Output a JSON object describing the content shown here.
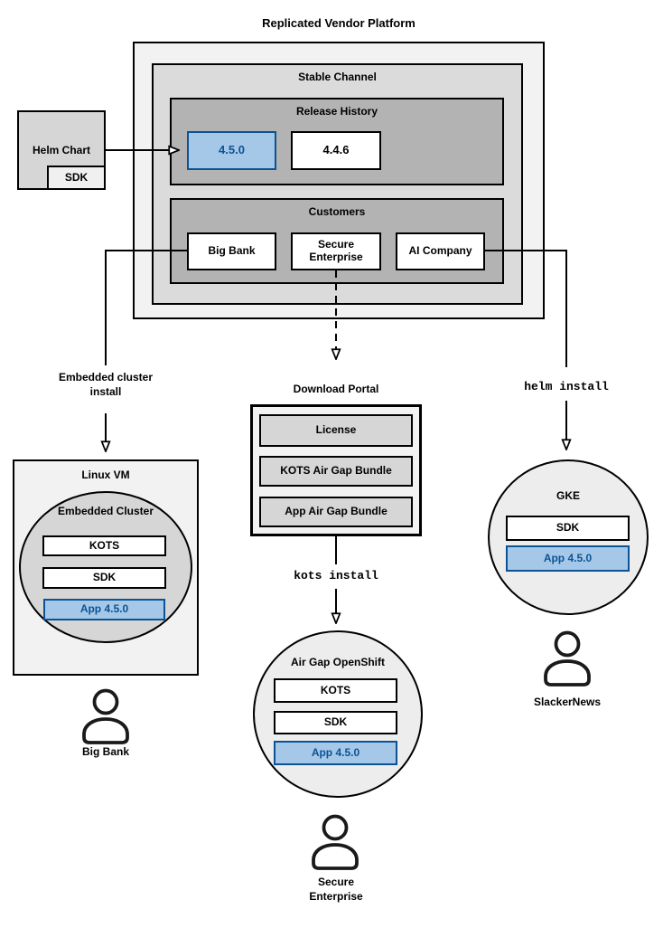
{
  "platform": {
    "title": "Replicated Vendor Platform",
    "stable_channel": {
      "title": "Stable Channel",
      "release_history": {
        "title": "Release History",
        "releases": [
          {
            "version": "4.5.0",
            "highlighted": true
          },
          {
            "version": "4.4.6",
            "highlighted": false
          }
        ]
      },
      "customers": {
        "title": "Customers",
        "items": [
          {
            "name": "Big Bank"
          },
          {
            "name": "Secure Enterprise"
          },
          {
            "name": "AI Company"
          }
        ]
      }
    }
  },
  "helm_chart": {
    "label": "Helm Chart",
    "sdk_label": "SDK"
  },
  "install_flows": {
    "embedded": {
      "label": "Embedded cluster install"
    },
    "kots": {
      "label": "kots install"
    },
    "helm": {
      "label": "helm install"
    }
  },
  "download_portal": {
    "title": "Download Portal",
    "items": [
      {
        "label": "License"
      },
      {
        "label": "KOTS Air Gap Bundle"
      },
      {
        "label": "App Air Gap Bundle"
      }
    ]
  },
  "environments": {
    "linux_vm": {
      "title": "Linux VM",
      "cluster": {
        "title": "Embedded Cluster",
        "components": [
          {
            "label": "KOTS",
            "highlighted": false
          },
          {
            "label": "SDK",
            "highlighted": false
          },
          {
            "label": "App 4.5.0",
            "highlighted": true
          }
        ]
      },
      "user": "Big Bank"
    },
    "openshift": {
      "title": "Air Gap OpenShift",
      "components": [
        {
          "label": "KOTS",
          "highlighted": false
        },
        {
          "label": "SDK",
          "highlighted": false
        },
        {
          "label": "App 4.5.0",
          "highlighted": true
        }
      ],
      "user": "Secure Enterprise"
    },
    "gke": {
      "title": "GKE",
      "components": [
        {
          "label": "SDK",
          "highlighted": false
        },
        {
          "label": "App 4.5.0",
          "highlighted": true
        }
      ],
      "user": "SlackerNews"
    }
  },
  "colors": {
    "highlight_fill": "#a5c8e9",
    "highlight_border": "#0b5394",
    "highlight_text": "#0b5394",
    "outer_gray": "#f2f2f2",
    "mid_gray": "#dbdbdb",
    "dark_gray": "#b3b3b3",
    "node_gray": "#d6d6d6",
    "circle_gray": "#ededed"
  }
}
